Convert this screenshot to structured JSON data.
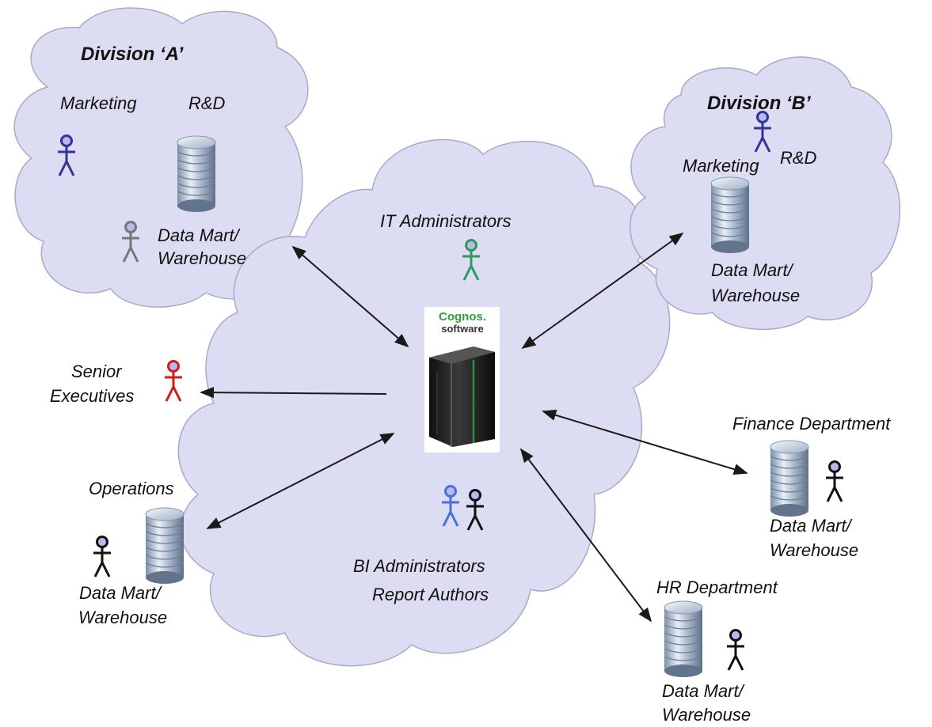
{
  "colors": {
    "cloud_fill": "#dcdcf3",
    "cloud_stroke": "#a9a9c9",
    "arrow": "#1a1a1a",
    "person_blue": "#33339a",
    "person_gray": "#777777",
    "person_green": "#2e9a5a",
    "person_red": "#d11c1c",
    "person_lightblue": "#4a6fe0",
    "person_black": "#111111",
    "logo_green": "#2e9e3e"
  },
  "division_a": {
    "title": "Division ‘A’",
    "marketing": "Marketing",
    "rnd": "R&D",
    "dm_line1": "Data Mart/",
    "dm_line2": "Warehouse"
  },
  "division_b": {
    "title": "Division ‘B’",
    "marketing": "Marketing",
    "rnd": "R&D",
    "dm_line1": "Data Mart/",
    "dm_line2": "Warehouse"
  },
  "center": {
    "it_admins": "IT Administrators",
    "logo_line1": "Cognos.",
    "logo_line2": "software",
    "bi_admins": "BI Administrators",
    "report_authors": "Report Authors"
  },
  "senior": {
    "line1": "Senior",
    "line2": "Executives"
  },
  "operations": {
    "title": "Operations",
    "dm_line1": "Data Mart/",
    "dm_line2": "Warehouse"
  },
  "finance": {
    "title": "Finance Department",
    "dm_line1": "Data Mart/",
    "dm_line2": "Warehouse"
  },
  "hr": {
    "title": "HR Department",
    "dm_line1": "Data Mart/",
    "dm_line2": "Warehouse"
  }
}
